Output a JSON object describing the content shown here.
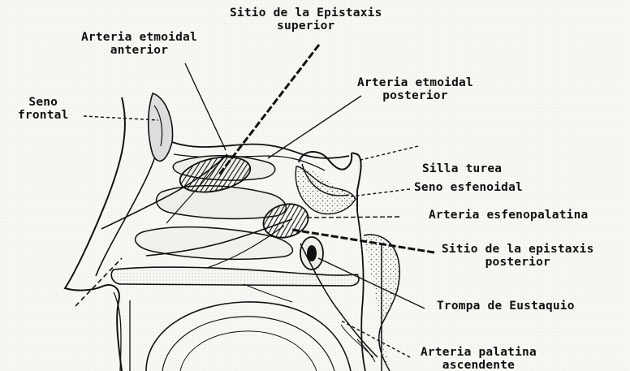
{
  "labels": {
    "epistaxis_superior": [
      "Sitio de la Epistaxis",
      "superior"
    ],
    "etmoidal_anterior": [
      "Arteria etmoidal",
      "anterior"
    ],
    "etmoidal_posterior": [
      "Arteria etmoidal",
      "posterior"
    ],
    "seno_frontal": [
      "Seno",
      "frontal"
    ],
    "silla_turca": "Silla turea",
    "seno_esfenoidal": "Seno esfenoidal",
    "arteria_esfenopalatina": "Arteria esfenopalatina",
    "epistaxis_posterior": [
      "Sitio de la epistaxis",
      "posterior"
    ],
    "trompa_eustaquio": "Trompa de Eustaquio",
    "palatina_ascendente": [
      "Arteria palatina",
      "ascendente"
    ]
  }
}
